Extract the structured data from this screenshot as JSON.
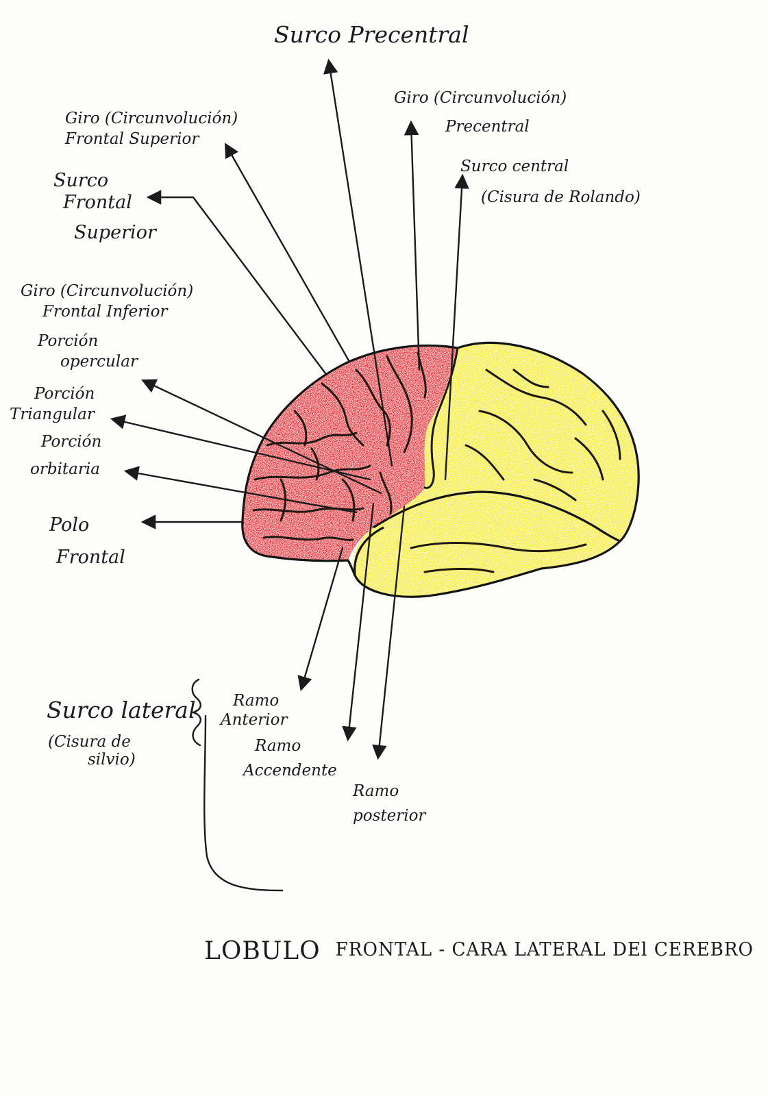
{
  "labels": {
    "surco_precentral": "Surco Precentral",
    "giro_frontal_superior": [
      "Giro (Circunvolución)",
      "Frontal Superior"
    ],
    "giro_precentral": [
      "Giro (Circunvolución)",
      "Precentral"
    ],
    "surco_central": [
      "Surco central",
      "(Cisura de Rolando)"
    ],
    "surco_frontal_superior": [
      "Surco",
      "Frontal",
      "Superior"
    ],
    "giro_frontal_inferior": [
      "Giro (Circunvolución)",
      "Frontal Inferior"
    ],
    "porcion_opercular": [
      "Porción",
      "opercular"
    ],
    "porcion_triangular": [
      "Porción",
      "Triangular"
    ],
    "porcion_orbitaria": [
      "Porción",
      "orbitaria"
    ],
    "polo_frontal": [
      "Polo",
      "Frontal"
    ],
    "surco_lateral": [
      "Surco lateral",
      "(Cisura de",
      "silvio)"
    ],
    "ramo_anterior": [
      "Ramo",
      "Anterior"
    ],
    "ramo_ascendente": [
      "Ramo",
      "Accendente"
    ],
    "ramo_posterior": [
      "Ramo",
      "posterior"
    ]
  },
  "title": {
    "part1": "LOBULO",
    "part2": "FRONTAL - CARA LATERAL DEl CEREBRO"
  },
  "colors": {
    "frontal_lobe": "#e8242e",
    "rest_of_brain": "#f5ec16",
    "ink": "#1b1b1b"
  }
}
